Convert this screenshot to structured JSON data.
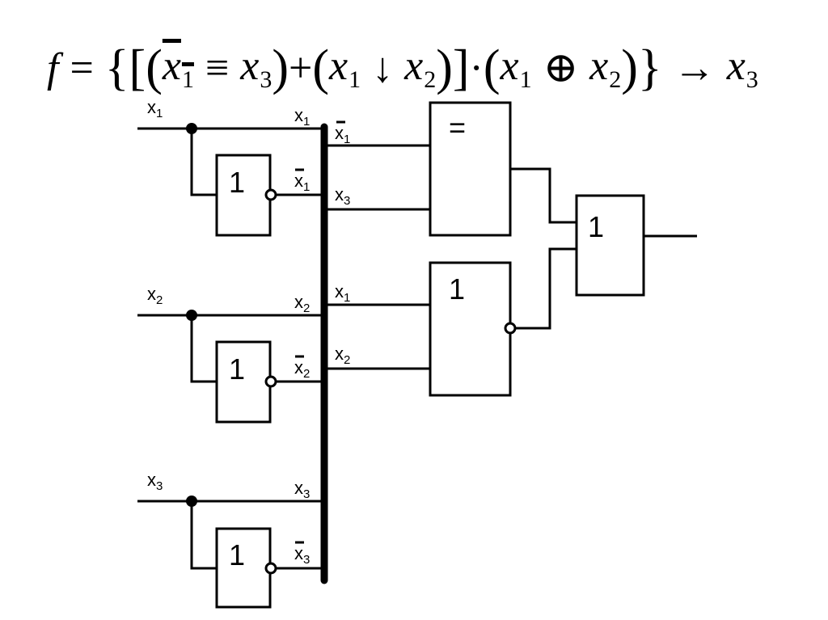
{
  "formula": {
    "f": "f",
    "eq": "=",
    "open_brace": "{",
    "open_bracket": "[",
    "open_paren1": "(",
    "x1bar_var": "x",
    "x1bar_sub": "1",
    "equiv": "≡",
    "x3_var": "x",
    "x3_sub": "3",
    "close_paren1": ")",
    "plus": "+",
    "open_paren2": "(",
    "a_var": "x",
    "a_sub": "1",
    "nor": "↓",
    "b_var": "x",
    "b_sub": "2",
    "close_paren2": ")",
    "close_bracket": "]",
    "dot": "·",
    "open_paren3": "(",
    "c_var": "x",
    "c_sub": "1",
    "xor": "⊕",
    "d_var": "x",
    "d_sub": "2",
    "close_paren3": ")",
    "close_brace": "}",
    "arrow": "→",
    "e_var": "x",
    "e_sub": "3"
  },
  "circuit": {
    "inputs": [
      {
        "var": "x",
        "sub": "1"
      },
      {
        "var": "x",
        "sub": "2"
      },
      {
        "var": "x",
        "sub": "3"
      }
    ],
    "bus_labels": [
      {
        "var": "x",
        "sub": "1",
        "negated": false
      },
      {
        "var": "x",
        "sub": "1",
        "negated": true
      },
      {
        "var": "x",
        "sub": "2",
        "negated": false
      },
      {
        "var": "x",
        "sub": "2",
        "negated": true
      },
      {
        "var": "x",
        "sub": "3",
        "negated": false
      },
      {
        "var": "x",
        "sub": "3",
        "negated": true
      }
    ],
    "gate_inputs": {
      "equiv_in1": {
        "var": "x",
        "sub": "1",
        "negated": true
      },
      "equiv_in2": {
        "var": "x",
        "sub": "3",
        "negated": false
      },
      "nor_in1": {
        "var": "x",
        "sub": "1",
        "negated": false
      },
      "nor_in2": {
        "var": "x",
        "sub": "2",
        "negated": false
      }
    },
    "gates": {
      "not1": "1",
      "not2": "1",
      "not3": "1",
      "equiv": "=",
      "nor": "1",
      "or": "1"
    }
  }
}
